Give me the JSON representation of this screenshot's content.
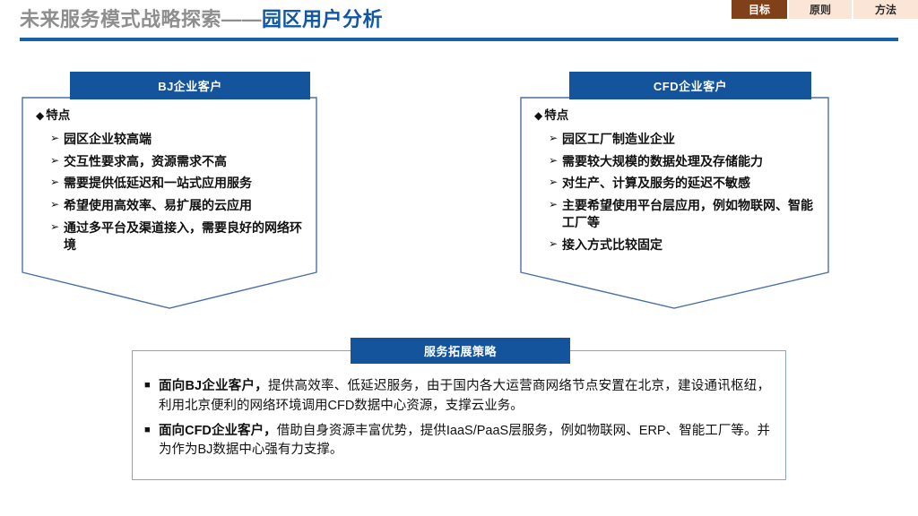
{
  "header": {
    "title_gray": "未来服务模式战略探索——",
    "title_blue": "园区用户分析",
    "rule_color": "#1760ae",
    "tabs": [
      {
        "label": "目标",
        "active": true,
        "bg": "#80411a",
        "fg": "#ffffff"
      },
      {
        "label": "原则",
        "active": false,
        "bg": "#fbe5d6",
        "fg": "#2b2b2b"
      },
      {
        "label": "方法",
        "active": false,
        "bg": "#fbe5d6",
        "fg": "#2b2b2b"
      }
    ]
  },
  "colors": {
    "banner_blue": "#14549c",
    "panel_border": "#4a6fa5",
    "accent_brown": "#80411a",
    "tab_peach": "#fbe5d6"
  },
  "panels": [
    {
      "banner": "BJ企业客户",
      "section_head": "特点",
      "head_marker": "◆",
      "bullet_marker": "➢",
      "bullets": [
        "园区企业较高端",
        "交互性要求高，资源需求不高",
        "需要提供低延迟和一站式应用服务",
        "希望使用高效率、易扩展的云应用",
        "通过多平台及渠道接入，需要良好的网络环境"
      ]
    },
    {
      "banner": "CFD企业客户",
      "section_head": "特点",
      "head_marker": "◆",
      "bullet_marker": "➢",
      "bullets": [
        "园区工厂制造业企业",
        "需要较大规模的数据处理及存储能力",
        "对生产、计算及服务的延迟不敏感",
        "主要希望使用平台层应用，例如物联网、智能工厂等",
        "接入方式比较固定"
      ]
    }
  ],
  "strategy": {
    "banner": "服务拓展策略",
    "bullet_marker": "■",
    "items": [
      {
        "lead": "面向BJ企业客户，",
        "rest": "提供高效率、低延迟服务，由于国内各大运营商网络节点安置在北京，建设通讯枢纽，利用北京便利的网络环境调用CFD数据中心资源，支撑云业务。"
      },
      {
        "lead": "面向CFD企业客户，",
        "rest": "借助自身资源丰富优势，提供IaaS/PaaS层服务，例如物联网、ERP、智能工厂等。并为作为BJ数据中心强有力支撑。"
      }
    ]
  }
}
